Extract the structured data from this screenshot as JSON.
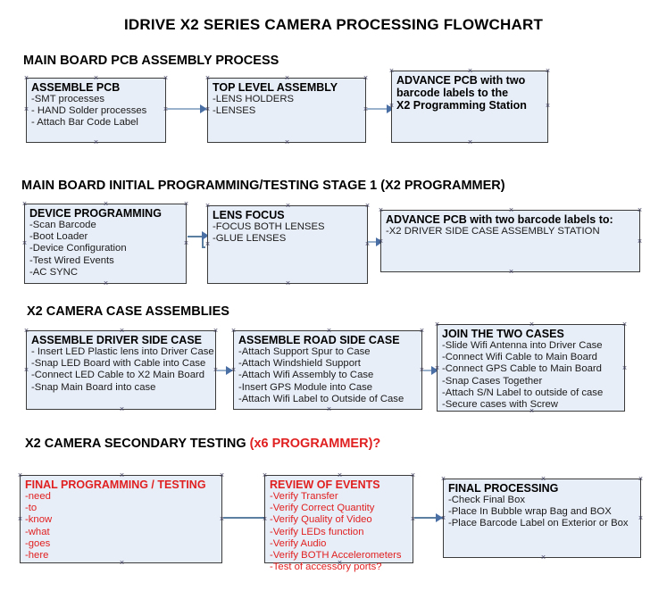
{
  "document": {
    "title": "IDRIVE X2  SERIES CAMERA PROCESSING FLOWCHART"
  },
  "sections": [
    {
      "id": "main-board-pcb-assembly-process",
      "heading": "MAIN BOARD PCB ASSEMBLY PROCESS",
      "heading_accent": ""
    },
    {
      "id": "main-board-initial-programming",
      "heading": "MAIN BOARD INITIAL PROGRAMMING/TESTING STAGE 1 (X2 PROGRAMMER)",
      "heading_accent": ""
    },
    {
      "id": "x2-camera-case-assemblies",
      "heading": "X2 CAMERA CASE ASSEMBLIES",
      "heading_accent": ""
    },
    {
      "id": "x2-camera-secondary-testing",
      "heading": "X2 CAMERA SECONDARY TESTING ",
      "heading_accent": "(x6 PROGRAMMER)?"
    }
  ],
  "nodes": {
    "assemble_pcb": {
      "title": "ASSEMBLE PCB",
      "lines": [
        " -SMT processes",
        "- HAND Solder processes",
        "- Attach Bar Code Label"
      ]
    },
    "top_level_assembly": {
      "title": "TOP LEVEL ASSEMBLY",
      "lines": [
        "-LENS HOLDERS",
        "-LENSES"
      ]
    },
    "advance_pcb_station": {
      "title": "ADVANCE PCB with two",
      "lines": [
        "barcode labels to the",
        " X2 Programming Station"
      ]
    },
    "device_programming": {
      "title": "DEVICE PROGRAMMING",
      "lines": [
        "-Scan Barcode",
        "-Boot Loader",
        "-Device Configuration",
        "-Test Wired Events",
        "-AC SYNC"
      ]
    },
    "lens_focus": {
      "title": "LENS FOCUS",
      "lines": [
        "-FOCUS BOTH LENSES",
        "-GLUE LENSES"
      ]
    },
    "advance_pcb_driver_side": {
      "title": "ADVANCE PCB with two barcode labels to:",
      "lines": [
        "-X2 DRIVER  SIDE  CASE  ASSEMBLY STATION"
      ]
    },
    "assemble_driver_side_case": {
      "title": "ASSEMBLE DRIVER SIDE CASE",
      "lines": [
        "- Insert LED Plastic lens into Driver Case",
        "-Snap LED Board with Cable into Case",
        "-Connect LED Cable to X2 Main Board",
        "-Snap Main Board into case"
      ]
    },
    "assemble_road_side_case": {
      "title": "ASSEMBLE ROAD SIDE CASE",
      "lines": [
        "-Attach Support Spur to Case",
        "-Attach Windshield Support",
        "-Attach Wifi Assembly to Case",
        "-Insert GPS Module into Case",
        "-Attach Wifi Label to Outside of Case"
      ]
    },
    "join_the_two_cases": {
      "title": "JOIN THE TWO CASES",
      "lines": [
        "-Slide Wifi Antenna into Driver Case",
        "-Connect Wifi Cable to Main Board",
        "-Connect GPS Cable to Main Board",
        "-Snap Cases Together",
        "-Attach S/N Label to outside of case",
        "-Secure cases with Screw"
      ]
    },
    "final_programming_testing": {
      "title": "FINAL PROGRAMMING / TESTING",
      "lines": [
        "-need",
        "-to",
        "-know",
        "-what",
        "-goes",
        "-here"
      ]
    },
    "review_of_events": {
      "title": "REVIEW OF EVENTS",
      "lines": [
        "-Verify Transfer",
        "-Verify Correct Quantity",
        "-Verify Quality of Video",
        "-Verify LEDs function",
        "-Verify Audio",
        "-Verify BOTH Accelerometers",
        "-Test of accessory ports?"
      ]
    },
    "final_processing": {
      "title": "FINAL PROCESSING",
      "lines": [
        " -Check Final Box",
        "-Place In Bubble wrap Bag and BOX",
        "-Place Barcode Label on Exterior or Box"
      ]
    }
  },
  "colors": {
    "node_fill": "#e8eef8",
    "node_border": "#3b3b3b",
    "connector": "#9bb2cc",
    "arrowhead": "#4a6fa5",
    "accent_red": "#e02020",
    "text": "#000000"
  }
}
